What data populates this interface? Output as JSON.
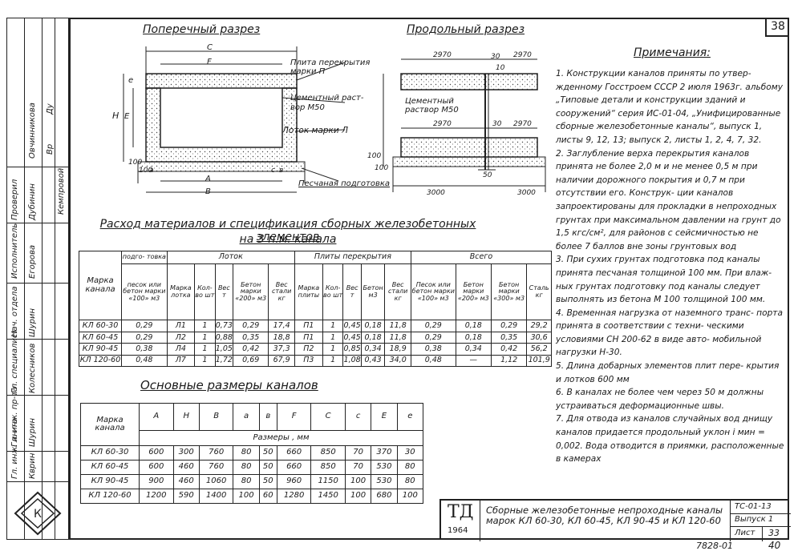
{
  "page_number": "38",
  "section_titles": {
    "cross": "Поперечный разрез",
    "long": "Продольный разрез",
    "notes": "Примечания:"
  },
  "drawing_labels": {
    "slab": "Плита перекрытия марки П",
    "mortar": "Цементный раст- вор М50",
    "trough": "Лоток марки Л",
    "sand": "Песчаная подготовка",
    "mortar2": "Цементный раствор М50",
    "dims": {
      "C": "С",
      "F": "F",
      "A": "А",
      "B": "В",
      "H": "Н",
      "E": "Е",
      "e": "е",
      "c": "с",
      "a": "а",
      "b": "в",
      "d100a": "100",
      "d100b": "100",
      "d2970a": "2970",
      "d30a": "30",
      "d2970b": "2970",
      "d10": "10",
      "d2970c": "2970",
      "d30b": "30",
      "d2970d": "2970",
      "d3000a": "3000",
      "d3000b": "3000",
      "d50": "50",
      "d100c": "100",
      "d100d": "100"
    }
  },
  "materials": {
    "title": "Расход материалов и спецификация сборных железобетонных элементов",
    "subtitle": "на 3 п.м. канала",
    "group_headers": {
      "podg": "подго- товка",
      "lotok": "Лоток",
      "plita": "Плиты перекрытия",
      "vsego": "Всего"
    },
    "col_headers": [
      "Марка канала",
      "песок или бетон марки «100» м3",
      "Марка лотка",
      "Кол-во шт",
      "Вес т",
      "Бетон марки «200» м3",
      "Вес стали кг",
      "Марка плиты",
      "Кол-во шт",
      "Вес т",
      "Бетон м3",
      "Вес стали кг",
      "Песок или бетон марки «100» м3",
      "Бетон марки «200» м3",
      "Бетон марки «300» м3",
      "Сталь кг"
    ],
    "rows": [
      [
        "КЛ 60-30",
        "0,29",
        "Л1",
        "1",
        "0,73",
        "0,29",
        "17,4",
        "П1",
        "1",
        "0,45",
        "0,18",
        "11,8",
        "0,29",
        "0,18",
        "0,29",
        "29,2"
      ],
      [
        "КЛ 60-45",
        "0,29",
        "Л2",
        "1",
        "0,88",
        "0,35",
        "18,8",
        "П1",
        "1",
        "0,45",
        "0,18",
        "11,8",
        "0,29",
        "0,18",
        "0,35",
        "30,6"
      ],
      [
        "КЛ 90-45",
        "0,38",
        "Л4",
        "1",
        "1,05",
        "0,42",
        "37,3",
        "П2",
        "1",
        "0,85",
        "0,34",
        "18,9",
        "0,38",
        "0,34",
        "0,42",
        "56,2"
      ],
      [
        "КЛ 120-60",
        "0,48",
        "Л7",
        "1",
        "1,72",
        "0,69",
        "67,9",
        "П3",
        "1",
        "1,08",
        "0,43",
        "34,0",
        "0,48",
        "—",
        "1,12",
        "101,9"
      ]
    ]
  },
  "dimensions": {
    "title": "Основные размеры каналов",
    "col_headers": [
      "Марка канала",
      "А",
      "Н",
      "В",
      "а",
      "в",
      "F",
      "С",
      "с",
      "Е",
      "е"
    ],
    "units": "Размеры , мм",
    "rows": [
      [
        "КЛ 60-30",
        "600",
        "300",
        "760",
        "80",
        "50",
        "660",
        "850",
        "70",
        "370",
        "30"
      ],
      [
        "КЛ 60-45",
        "600",
        "460",
        "760",
        "80",
        "50",
        "660",
        "850",
        "70",
        "530",
        "80"
      ],
      [
        "КЛ 90-45",
        "900",
        "460",
        "1060",
        "80",
        "50",
        "960",
        "1150",
        "100",
        "530",
        "80"
      ],
      [
        "КЛ 120-60",
        "1200",
        "590",
        "1400",
        "100",
        "60",
        "1280",
        "1450",
        "100",
        "680",
        "100"
      ]
    ]
  },
  "notes": [
    "1. Конструкции каналов приняты по утвер- жденному Госстроем СССР 2 июля 1963г. альбому „Типовые детали и конструкции зданий и сооружений“ серия ИС-01-04, „Унифицированные сборные железобетонные каналы“, выпуск 1, листы 9, 12, 13; выпуск 2, листы 1, 2, 4, 7, 32.",
    "2. Заглубление верха перекрытия каналов принята не более 2,0 м и не менее 0,5 м при наличии дорожного покрытия и 0,7 м при отсутствии его. Конструк- ции каналов запроектированы для прокладки в непроходных грунтах при максимальном давлении на грунт до 1,5 кгс/см², для районов с сейсмичностью не более 7 баллов вне зоны грунтовых вод",
    "3. При сухих грунтах подготовка под каналы принята песчаная толщиной 100 мм. При влаж- ных грунтах подготовку под каналы следует выполнять из бетона М 100 толщиной 100 мм.",
    "4. Временная нагрузка от наземного транс- порта принята в соответствии с техни- ческими условиями СН 200-62 в виде авто- мобильной нагрузки Н-30.",
    "5. Длина добарных элементов плит пере- крытия и лотков 600 мм",
    "6. В каналах не более чем через 50 м должны устраиваться деформационные швы.",
    "7. Для отвода из каналов случайных вод днищу каналов придается продольный уклон i мин = 0,002. Вода отводится в приямки, расположенные в камерах"
  ],
  "stamp": {
    "logo": "ТД",
    "year": "1964",
    "description": "Сборные железобетонные непроходные каналы марок КЛ 60-30, КЛ 60-45, КЛ 90-45 и КЛ 120-60",
    "code": "ТС-01-13",
    "issue": "Выпуск 1",
    "sheet_label": "Лист",
    "sheet": "33"
  },
  "bottom_code": "7828-01",
  "bottom_page": "40",
  "side_strip": {
    "roles": [
      "Гл. инж. ин-та",
      "Гл. инж. пр-та",
      "Гл. специалист",
      "Нач. отдела"
    ],
    "names": [
      "Кврин",
      "Шурин",
      "Колесников",
      "Шурин"
    ],
    "roles2": [
      "Исполнитель",
      "Проверил"
    ],
    "names2": [
      "Егорова",
      "Дубинин",
      "Овчинникова"
    ],
    "names3": [
      "Кемпровой"
    ],
    "sigs": [
      "Вр",
      "Ду"
    ]
  }
}
